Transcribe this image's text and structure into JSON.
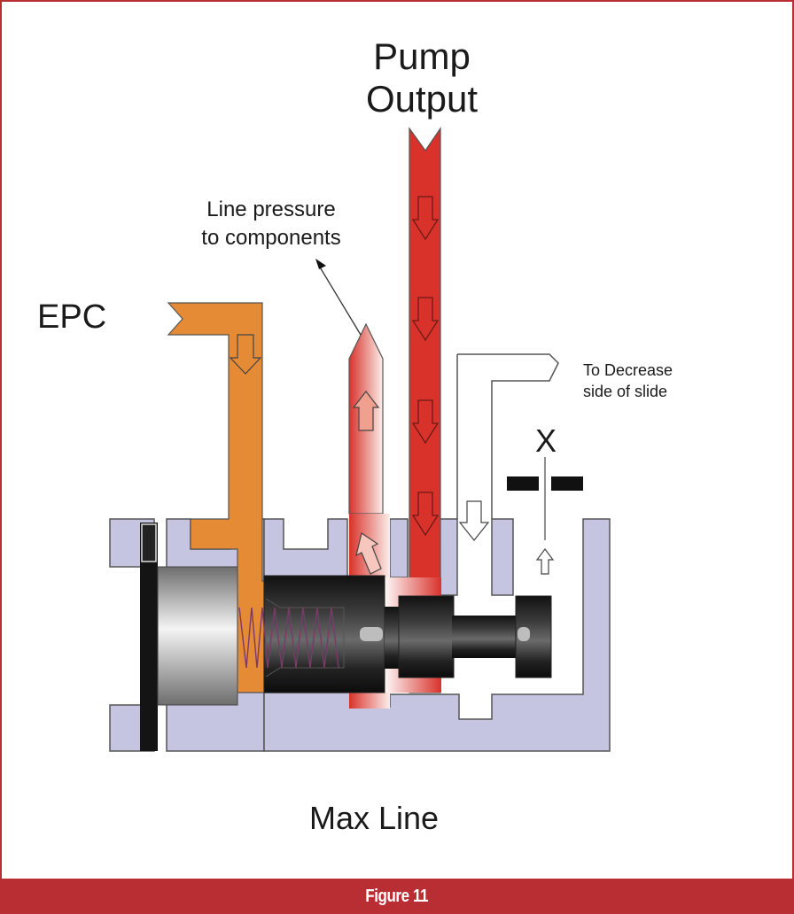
{
  "figure": {
    "caption": "Figure 11",
    "title": "Max Line"
  },
  "labels": {
    "pump_output_line1": "Pump",
    "pump_output_line2": "Output",
    "line_pressure_line1": "Line pressure",
    "line_pressure_line2": "to components",
    "epc": "EPC",
    "decrease_line1": "To Decrease",
    "decrease_line2": "side of slide",
    "orifice": "X"
  },
  "colors": {
    "frame": "#b92e33",
    "pump_red": "#d9322b",
    "epc_orange": "#e58a35",
    "body_lavender": "#c5c5e2",
    "spool_dark": "#1e1e1e"
  }
}
